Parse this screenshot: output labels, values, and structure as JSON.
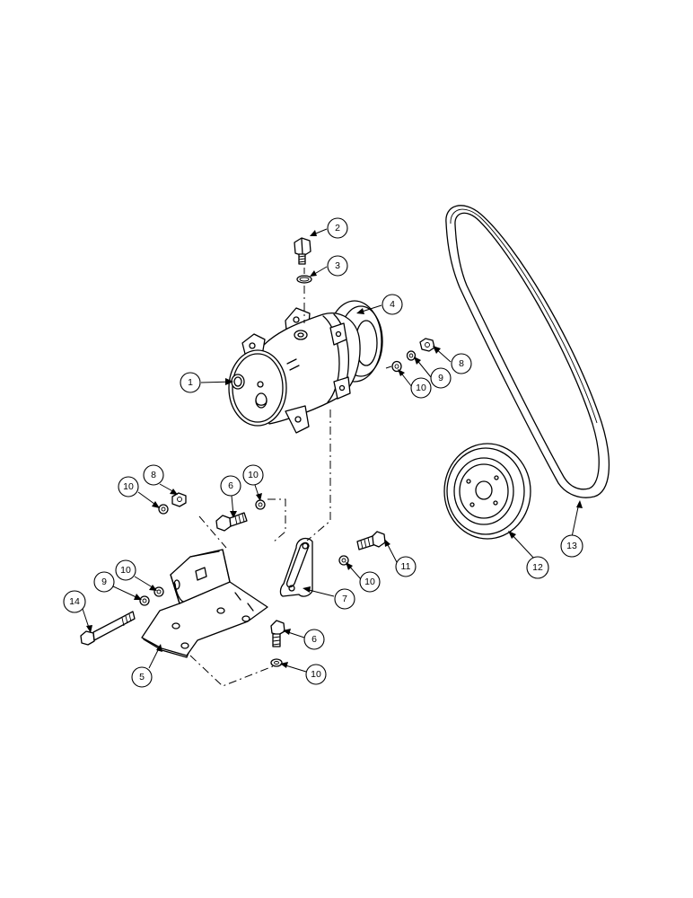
{
  "callouts": [
    {
      "id": "c1",
      "label": "1"
    },
    {
      "id": "c2",
      "label": "2"
    },
    {
      "id": "c3",
      "label": "3"
    },
    {
      "id": "c4",
      "label": "4"
    },
    {
      "id": "c8a",
      "label": "8"
    },
    {
      "id": "c9a",
      "label": "9"
    },
    {
      "id": "c10a",
      "label": "10"
    },
    {
      "id": "c8b",
      "label": "8"
    },
    {
      "id": "c10b",
      "label": "10"
    },
    {
      "id": "c6a",
      "label": "6"
    },
    {
      "id": "c10c",
      "label": "10"
    },
    {
      "id": "c10d",
      "label": "10"
    },
    {
      "id": "c9b",
      "label": "9"
    },
    {
      "id": "c14",
      "label": "14"
    },
    {
      "id": "c5",
      "label": "5"
    },
    {
      "id": "c7",
      "label": "7"
    },
    {
      "id": "c6b",
      "label": "6"
    },
    {
      "id": "c10e",
      "label": "10"
    },
    {
      "id": "c11",
      "label": "11"
    },
    {
      "id": "c10f",
      "label": "10"
    },
    {
      "id": "c12",
      "label": "12"
    },
    {
      "id": "c13",
      "label": "13"
    }
  ]
}
